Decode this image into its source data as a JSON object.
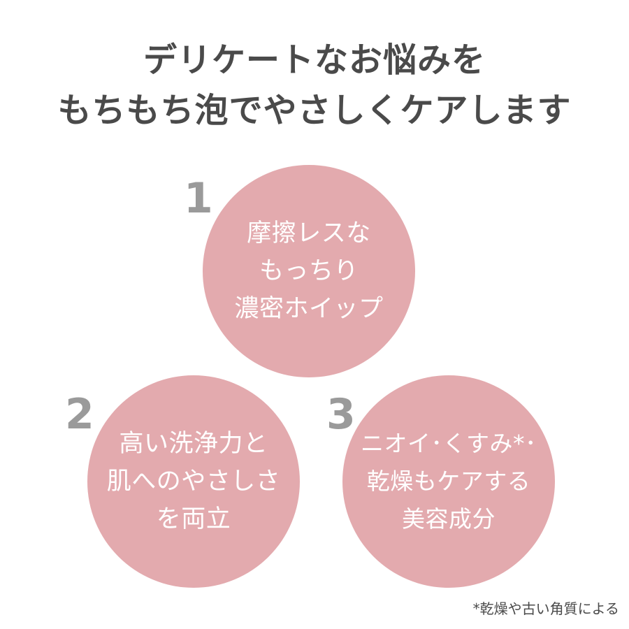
{
  "headline": {
    "line1": "デリケートなお悩みを",
    "line2": "もちもち泡でやさしくケアします"
  },
  "features": [
    {
      "number": "1",
      "lines": [
        "摩擦レスな",
        "もっちり",
        "濃密ホイップ"
      ]
    },
    {
      "number": "2",
      "lines": [
        "高い洗浄力と",
        "肌へのやさしさ",
        "を両立"
      ]
    },
    {
      "number": "3",
      "lines": [
        "ニオイ･くすみ*･",
        "乾燥もケアする",
        "美容成分"
      ]
    }
  ],
  "footnote": "*乾燥や古い角質による",
  "colors": {
    "circle": "#e3aaae",
    "number": "#9a9a9a",
    "text": "#4a4a4a"
  }
}
